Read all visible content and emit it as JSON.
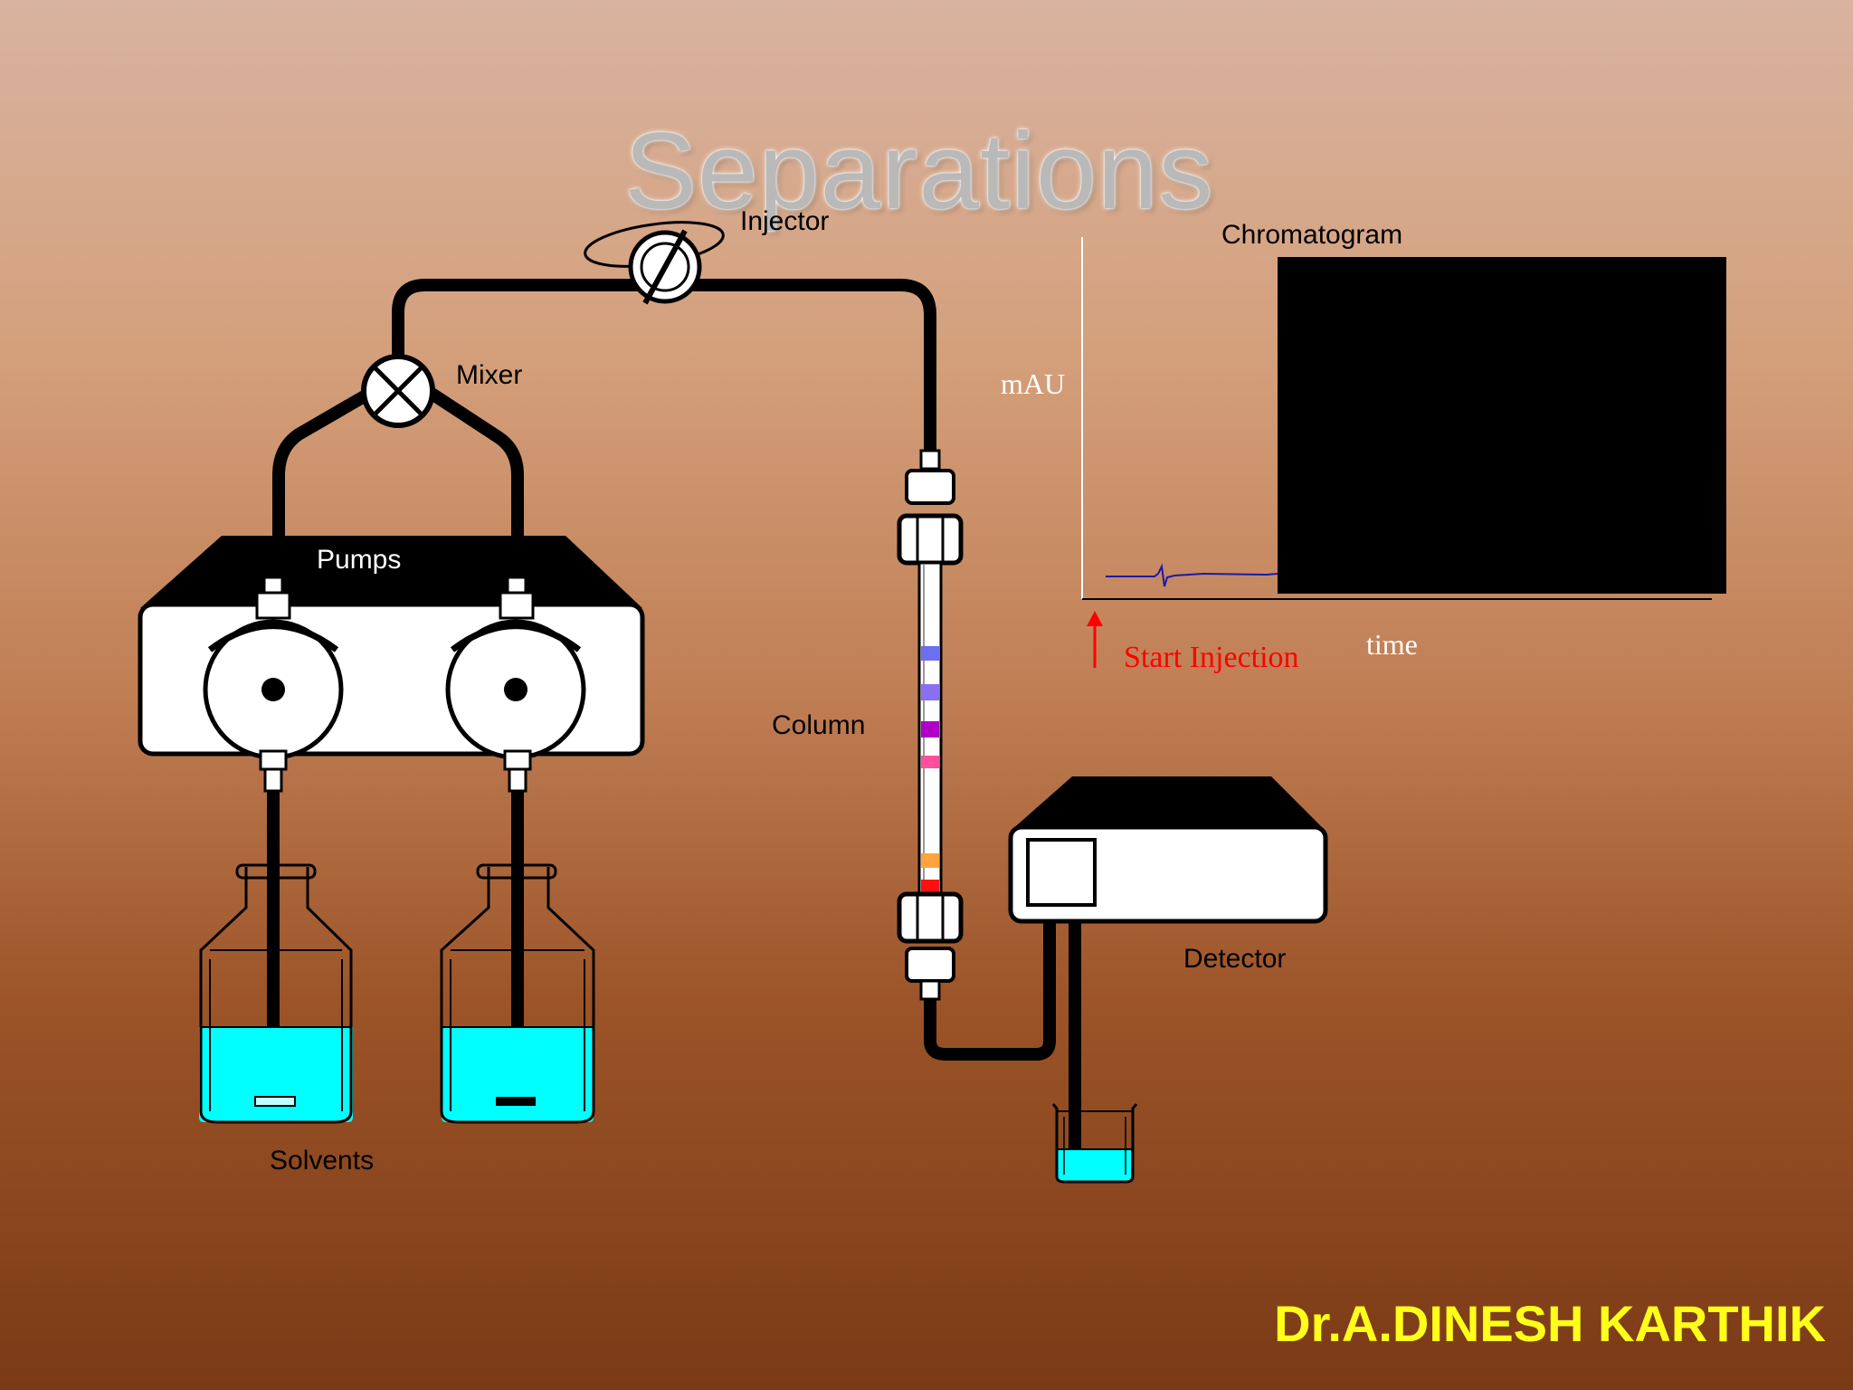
{
  "title": "Separations",
  "labels": {
    "injector": "Injector",
    "mixer": "Mixer",
    "pumps": "Pumps",
    "column": "Column",
    "solvents": "Solvents",
    "detector": "Detector"
  },
  "chromatogram": {
    "title": "Chromatogram",
    "y_axis_label": "mAU",
    "x_axis_label": "time",
    "start_marker_label": "Start Injection"
  },
  "author": "Dr.A.DINESH KARTHIK",
  "colors": {
    "solvent": "#00ffff",
    "start_marker": "#ff0000",
    "author": "#ffff1a",
    "baseline": "#1a1aa8",
    "column_bands": [
      "#6e6ef0",
      "#8a6ff0",
      "#b000c8",
      "#ff4f9a",
      "#ffa33a",
      "#ff1010"
    ]
  }
}
